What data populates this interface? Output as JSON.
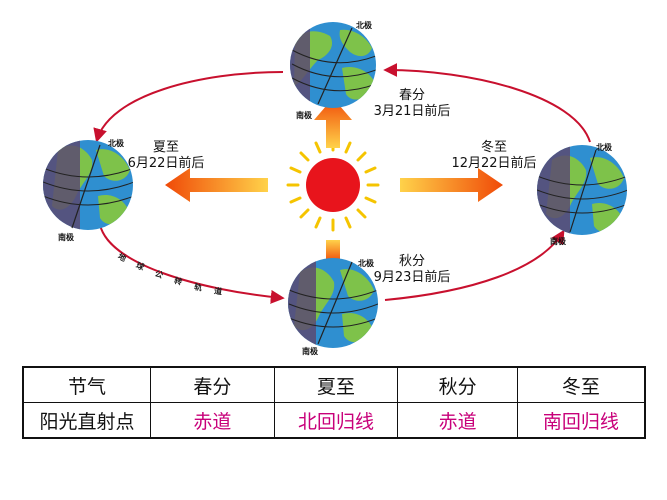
{
  "diagram": {
    "spring": {
      "term": "春分",
      "date": "3月21日前后",
      "north": "北极",
      "south": "南极"
    },
    "summer": {
      "term": "夏至",
      "date": "6月22日前后",
      "north": "北极",
      "south": "南极"
    },
    "autumn": {
      "term": "秋分",
      "date": "9月23日前后",
      "north": "北极",
      "south": "南极"
    },
    "winter": {
      "term": "冬至",
      "date": "12月22日前后",
      "north": "北极",
      "south": "南极"
    },
    "orbit_label": [
      "地",
      "球",
      "公",
      "转",
      "轨",
      "道"
    ]
  },
  "table": {
    "row_headers": [
      "节气",
      "阳光直射点"
    ],
    "columns": [
      {
        "term": "春分",
        "point": "赤道"
      },
      {
        "term": "夏至",
        "point": "北回归线"
      },
      {
        "term": "秋分",
        "point": "赤道"
      },
      {
        "term": "冬至",
        "point": "南回归线"
      }
    ]
  },
  "colors": {
    "orbit": "#c8102e",
    "sun": "#e8141c",
    "ray": "#f5c400",
    "arrow": "#f25a0c",
    "ocean": "#2f8fd0",
    "land": "#7ec24a",
    "night": "#5a4a72",
    "point_text": "#c8007a"
  }
}
